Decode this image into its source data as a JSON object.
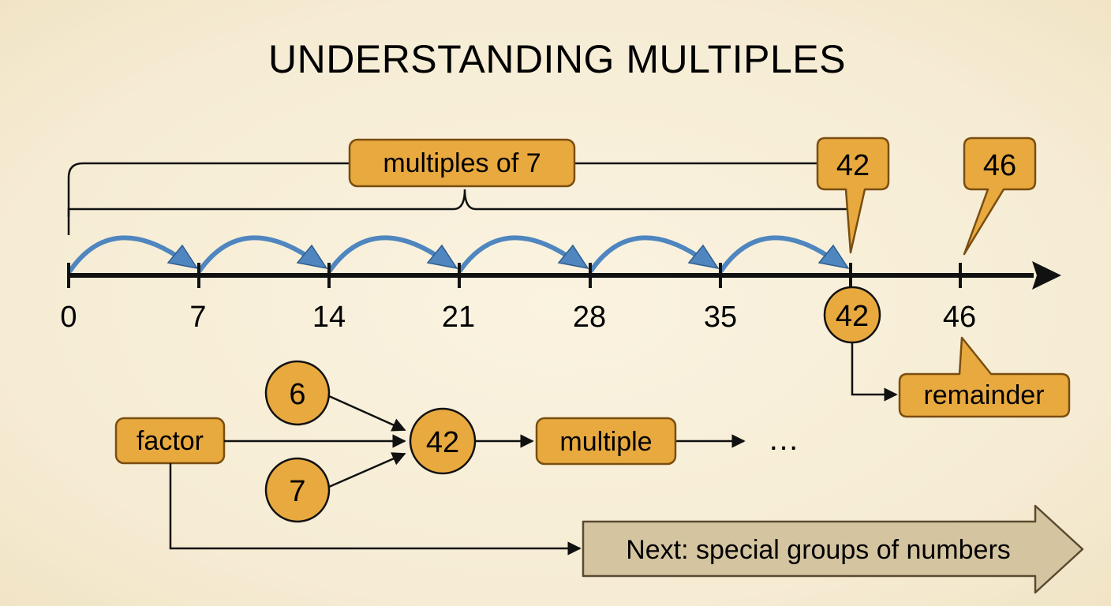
{
  "title": "UNDERSTANDING MULTIPLES",
  "bracket_label": "multiples of 7",
  "callouts": {
    "first": "42",
    "second": "46"
  },
  "number_line": {
    "ticks": [
      "0",
      "7",
      "14",
      "21",
      "28",
      "35",
      "42",
      "46"
    ],
    "highlighted": "42"
  },
  "remainder_label": "remainder",
  "factor_diagram": {
    "factor_label": "factor",
    "factor_a": "6",
    "factor_b": "7",
    "product": "42",
    "multiple_label": "multiple",
    "ellipsis": "…"
  },
  "next_label": "Next: special groups of numbers",
  "colors": {
    "background": "#f8efd9",
    "box_fill": "#e8a93f",
    "box_stroke": "#7a4e10",
    "hop_arrow": "#4f86bf",
    "next_fill": "#d4c4a0"
  }
}
